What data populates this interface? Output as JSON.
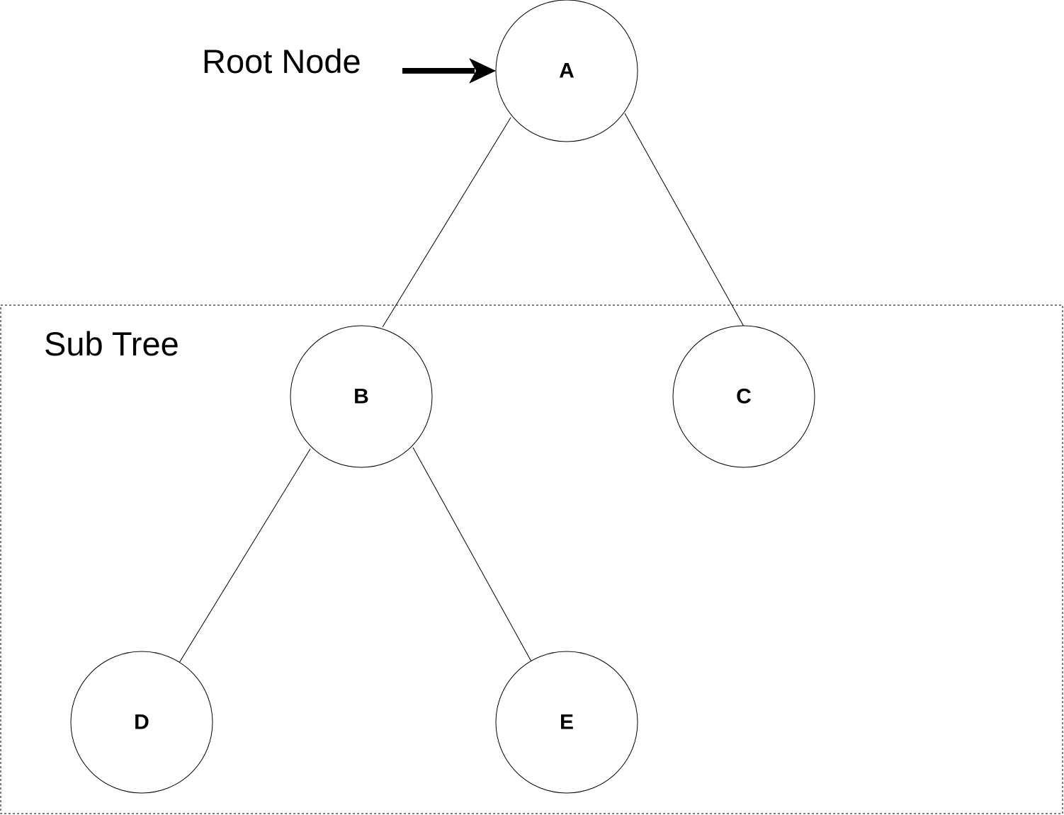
{
  "annotations": {
    "root_label": "Root Node",
    "subtree_label": "Sub Tree"
  },
  "nodes": {
    "a": "A",
    "b": "B",
    "c": "C",
    "d": "D",
    "e": "E"
  },
  "edges": [
    {
      "from": "A",
      "to": "B"
    },
    {
      "from": "A",
      "to": "C"
    },
    {
      "from": "B",
      "to": "D"
    },
    {
      "from": "B",
      "to": "E"
    }
  ],
  "colors": {
    "stroke": "#000000",
    "background": "#ffffff"
  }
}
